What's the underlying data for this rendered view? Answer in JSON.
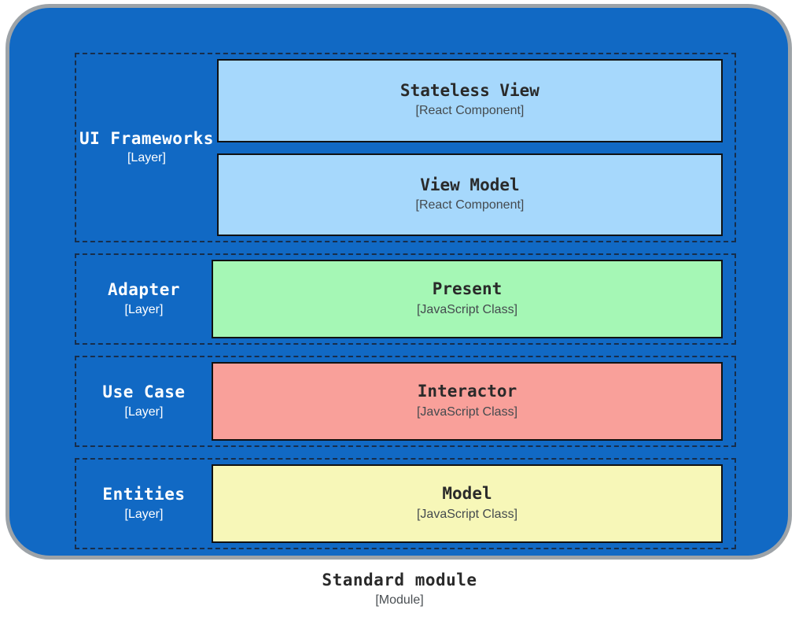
{
  "diagram": {
    "module": {
      "name": "Standard module",
      "stereotype": "[Module]",
      "fill_color": "#1169C4",
      "border_color": "#9DA3A8"
    },
    "layers": [
      {
        "name": "UI Frameworks",
        "stereotype": "[Layer]",
        "components": [
          {
            "name": "Stateless View",
            "stereotype": "[React Component]",
            "fill_color": "#A6D8FC"
          },
          {
            "name": "View Model",
            "stereotype": "[React Component]",
            "fill_color": "#A6D8FC"
          }
        ]
      },
      {
        "name": "Adapter",
        "stereotype": "[Layer]",
        "components": [
          {
            "name": "Present",
            "stereotype": "[JavaScript Class]",
            "fill_color": "#A5F7B5"
          }
        ]
      },
      {
        "name": "Use Case",
        "stereotype": "[Layer]",
        "components": [
          {
            "name": "Interactor",
            "stereotype": "[JavaScript Class]",
            "fill_color": "#F9A09A"
          }
        ]
      },
      {
        "name": "Entities",
        "stereotype": "[Layer]",
        "components": [
          {
            "name": "Model",
            "stereotype": "[JavaScript Class]",
            "fill_color": "#F7F7B8"
          }
        ]
      }
    ]
  }
}
